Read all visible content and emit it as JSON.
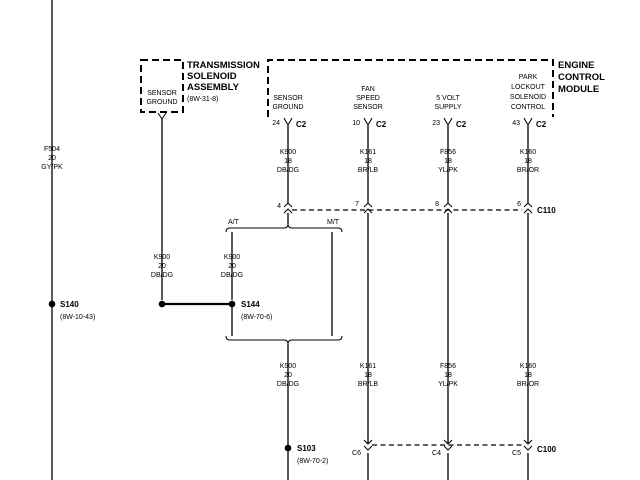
{
  "components": {
    "tsa": {
      "title_1": "TRANSMISSION",
      "title_2": "SOLENOID",
      "title_3": "ASSEMBLY",
      "ref": "(8W-31-8)",
      "pin_line1": "SENSOR",
      "pin_line2": "GROUND"
    },
    "ecm": {
      "title_1": "ENGINE",
      "title_2": "CONTROL",
      "title_3": "MODULE"
    }
  },
  "ecm_pins": [
    {
      "lines": [
        "SENSOR",
        "GROUND"
      ],
      "pin": "24",
      "conn": "C2"
    },
    {
      "lines": [
        "FAN",
        "SPEED",
        "SENSOR"
      ],
      "pin": "10",
      "conn": "C2"
    },
    {
      "lines": [
        "5 VOLT",
        "SUPPLY"
      ],
      "pin": "23",
      "conn": "C2"
    },
    {
      "lines": [
        "PARK",
        "LOCKOUT",
        "SOLENOID",
        "CONTROL"
      ],
      "pin": "43",
      "conn": "C2"
    }
  ],
  "wires": {
    "f504": {
      "circuit": "F504",
      "gauge": "20",
      "color": "GY/PK"
    },
    "k900_ecm": {
      "circuit": "K900",
      "gauge": "18",
      "color": "DB/DG"
    },
    "k161_ecm": {
      "circuit": "K161",
      "gauge": "18",
      "color": "BR/LB"
    },
    "f856_ecm": {
      "circuit": "F856",
      "gauge": "18",
      "color": "YL/PK"
    },
    "k160_ecm": {
      "circuit": "K160",
      "gauge": "18",
      "color": "BR/OR"
    },
    "k900_tsa": {
      "circuit": "K900",
      "gauge": "20",
      "color": "DB/DG"
    },
    "k900_at": {
      "circuit": "K900",
      "gauge": "20",
      "color": "DB/DG"
    },
    "k900_low": {
      "circuit": "K900",
      "gauge": "20",
      "color": "DB/DG"
    },
    "k161_low": {
      "circuit": "K161",
      "gauge": "18",
      "color": "BR/LB"
    },
    "f856_low": {
      "circuit": "F856",
      "gauge": "18",
      "color": "YL/PK"
    },
    "k160_low": {
      "circuit": "K160",
      "gauge": "18",
      "color": "BR/OR"
    }
  },
  "connectors": {
    "c110": {
      "label": "C110",
      "pins": [
        "4",
        "7",
        "8",
        "6"
      ]
    },
    "c100": {
      "label": "C100",
      "pins": [
        "C6",
        "C4",
        "C5"
      ]
    }
  },
  "splices": {
    "s140": {
      "label": "S140",
      "ref": "(8W-10-43)"
    },
    "s144": {
      "label": "S144",
      "ref": "(8W-70-6)"
    },
    "s103": {
      "label": "S103",
      "ref": "(8W-70-2)"
    }
  },
  "options": {
    "at": "A/T",
    "mt": "M/T"
  }
}
